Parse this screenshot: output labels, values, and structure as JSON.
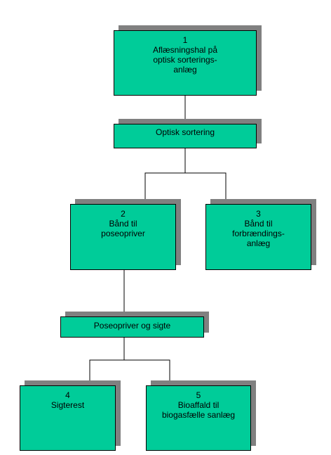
{
  "diagram": {
    "box1": {
      "lines": [
        "1",
        "Aflæsningshal på",
        "optisk sorterings-",
        "anlæg"
      ]
    },
    "bar1": {
      "label": "Optisk sortering"
    },
    "box2": {
      "lines": [
        "2",
        "Bånd til",
        "poseopriver"
      ]
    },
    "box3": {
      "lines": [
        "3",
        "Bånd til",
        "forbrændings-",
        "anlæg"
      ]
    },
    "bar2": {
      "label": "Poseopriver og sigte"
    },
    "box4": {
      "lines": [
        "4",
        "Sigterest"
      ]
    },
    "box5": {
      "lines": [
        "5",
        "Bioaffald til",
        "biogasfælle sanlæg"
      ]
    }
  },
  "colors": {
    "box_fill": "#00cc99",
    "shadow": "#808080",
    "line": "#000000"
  }
}
